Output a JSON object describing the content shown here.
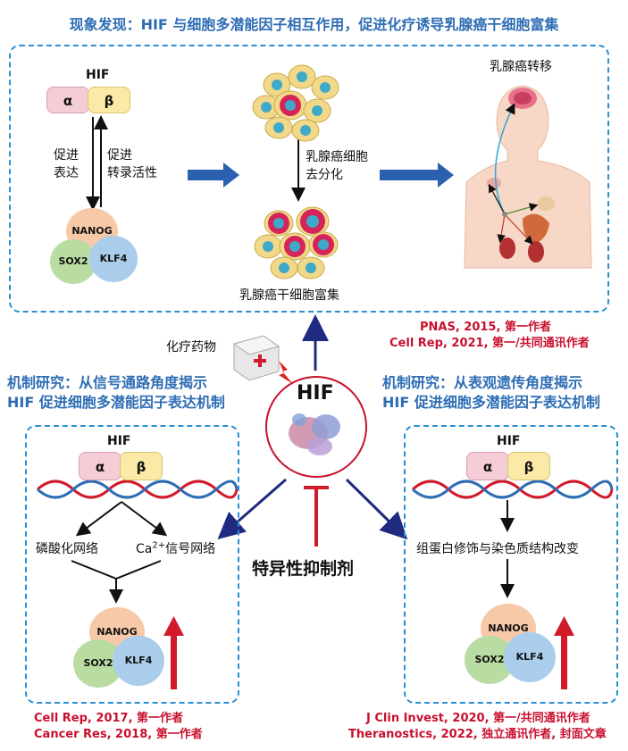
{
  "top": {
    "title": "现象发现：HIF 与细胞多潜能因子相互作用，促进化疗诱导乳腺癌干细胞富集",
    "hif_label": "HIF",
    "alpha": "α",
    "beta": "β",
    "promote_expr": [
      "促进",
      "表达"
    ],
    "promote_act": [
      "促进",
      "转录活性"
    ],
    "nanog": "NANOG",
    "sox2": "SOX2",
    "klf4": "KLF4",
    "dedif": [
      "乳腺癌细胞",
      "去分化"
    ],
    "enrich": "乳腺癌干细胞富集",
    "meta": "乳腺癌转移",
    "cites": [
      "PNAS, 2015, 第一作者",
      "Cell Rep, 2021, 第一/共同通讯作者"
    ]
  },
  "center": {
    "chemo": "化疗药物",
    "hif": "HIF",
    "inhibitor": "特异性抑制剂"
  },
  "left": {
    "title": [
      "机制研究：从信号通路角度揭示",
      "HIF 促进细胞多潜能因子表达机制"
    ],
    "hif": "HIF",
    "alpha": "α",
    "beta": "β",
    "phos": "磷酸化网络",
    "ca_prefix": "Ca",
    "ca_sup": "2+",
    "ca_suffix": "信号网络",
    "nanog": "NANOG",
    "sox2": "SOX2",
    "klf4": "KLF4",
    "cites": [
      "Cell Rep, 2017, 第一作者",
      "Cancer Res, 2018, 第一作者"
    ]
  },
  "right": {
    "title": [
      "机制研究：从表观遗传角度揭示",
      "HIF 促进细胞多潜能因子表达机制"
    ],
    "hif": "HIF",
    "alpha": "α",
    "beta": "β",
    "histone": "组蛋白修饰与染色质结构改变",
    "nanog": "NANOG",
    "sox2": "SOX2",
    "klf4": "KLF4",
    "cites": [
      "J Clin Invest, 2020, 第一/共同通讯作者",
      "Theranostics, 2022, 独立通讯作者, 封面文章"
    ]
  },
  "colors": {
    "title_blue": "#2e6db4",
    "cite_red": "#c8102e",
    "dash_blue": "#2b8fd1",
    "arrow_blue": "#2b5fb0",
    "arrow_navy": "#1f2a80",
    "up_red": "#d11a2a"
  }
}
